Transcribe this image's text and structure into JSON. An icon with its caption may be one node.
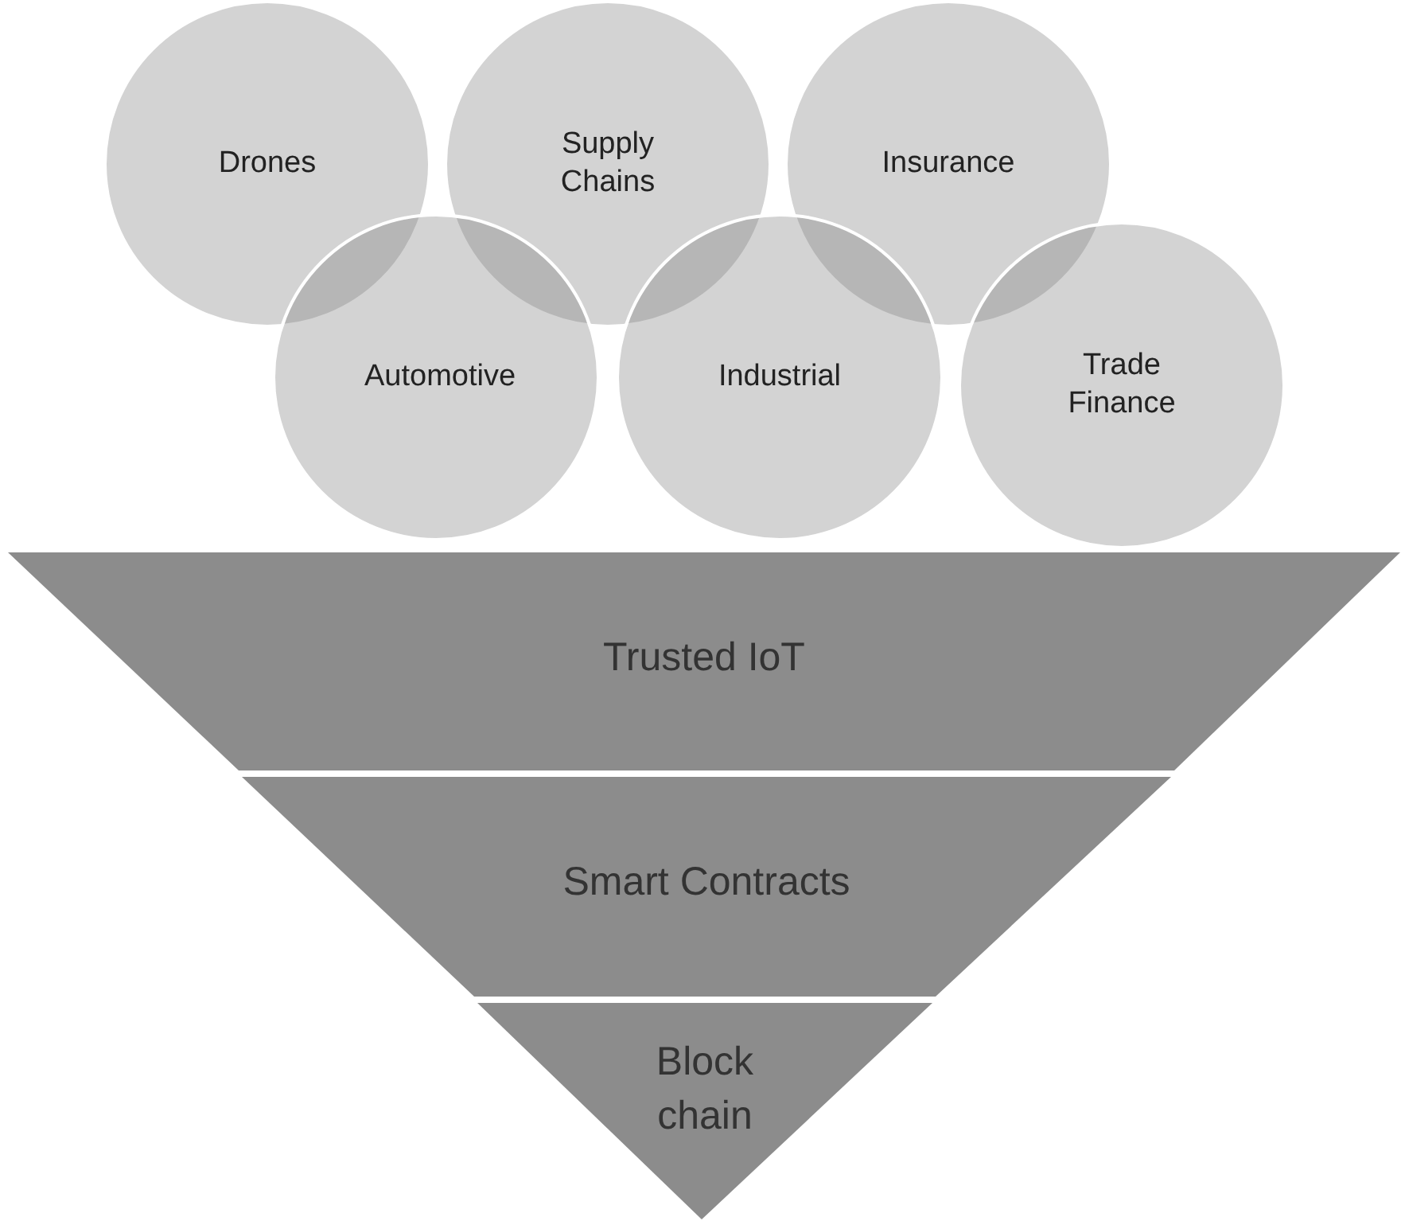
{
  "diagram": {
    "nodes": [
      {
        "text": [
          "Drones"
        ]
      },
      {
        "text": [
          "Supply Chains"
        ]
      },
      {
        "text": [
          "Insurance"
        ]
      },
      {
        "text": [
          "Automotive"
        ]
      },
      {
        "text": [
          "Industrial"
        ]
      },
      {
        "text": [
          "Trade Finance"
        ]
      },
      {
        "text": [
          "Trusted IoT"
        ]
      },
      {
        "text": [
          "Smart Contracts"
        ]
      },
      {
        "text": [
          "Block chain"
        ]
      }
    ],
    "edges": []
  }
}
